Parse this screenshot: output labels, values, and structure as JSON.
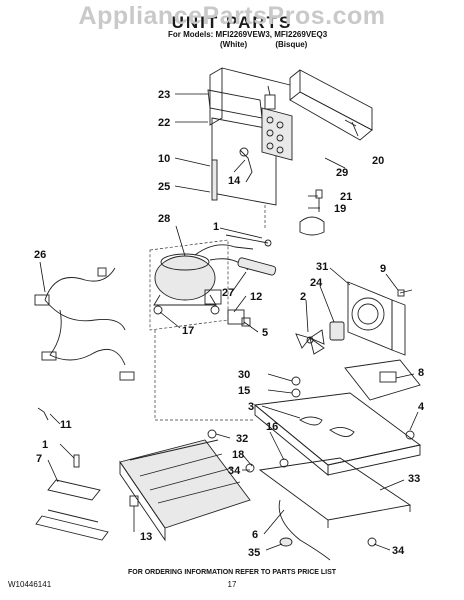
{
  "watermark": "AppliancePartsPros.com",
  "header": {
    "title": "UNIT PARTS",
    "models_line": "For Models: MFI2269VEW3, MFI2269VEQ3",
    "variant_white": "(White)",
    "variant_bisque": "(Bisque)"
  },
  "callouts": [
    "23",
    "22",
    "10",
    "25",
    "14",
    "29",
    "20",
    "21",
    "19",
    "28",
    "1",
    "26",
    "27",
    "12",
    "17",
    "5",
    "31",
    "9",
    "2",
    "24",
    "8",
    "30",
    "15",
    "3",
    "4",
    "11",
    "16",
    "32",
    "18",
    "34",
    "7",
    "1",
    "33",
    "13",
    "6",
    "35",
    "34"
  ],
  "footer": {
    "doc_number": "W10446141",
    "ordering_note": "FOR ORDERING INFORMATION REFER TO PARTS PRICE LIST",
    "page_number": "17"
  }
}
